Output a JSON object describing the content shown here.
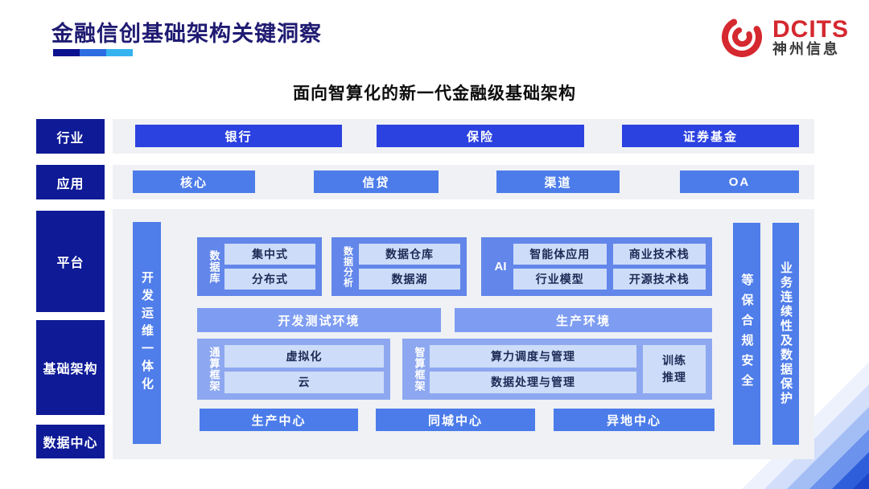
{
  "header": {
    "title": "金融信创基础架构关键洞察",
    "logo": {
      "brand": "DCITS",
      "company": "神州信息"
    }
  },
  "subtitle": "面向智算化的新一代金融级基础架构",
  "diagram": {
    "row_labels": {
      "industry": "行业",
      "application": "应用",
      "platform": "平台",
      "infrastructure": "基础架构",
      "datacenter": "数据中心"
    },
    "industry_items": [
      "银行",
      "保险",
      "证券基金"
    ],
    "application_items": [
      "核心",
      "信贷",
      "渠道",
      "OA"
    ],
    "devops_bar": "开发运维一体化",
    "database": {
      "label": "数据库",
      "items": [
        "集中式",
        "分布式"
      ]
    },
    "analytics": {
      "label": "数据分析",
      "items": [
        "数据仓库",
        "数据湖"
      ]
    },
    "ai": {
      "label": "AI",
      "items": [
        "智能体应用",
        "商业技术栈",
        "行业模型",
        "开源技术栈"
      ]
    },
    "environments": [
      "开发测试环境",
      "生产环境"
    ],
    "general_framework": {
      "label": "通算框架",
      "items": [
        "虚拟化",
        "云"
      ]
    },
    "intelligent_framework": {
      "label": "智算框架",
      "items": [
        "算力调度与管理",
        "数据处理与管理"
      ],
      "side_item": "训练推理"
    },
    "centers": [
      "生产中心",
      "同城中心",
      "异地中心"
    ],
    "right_bars": [
      "等保合规安全",
      "业务连续性及数据保护"
    ]
  },
  "colors": {
    "title_navy": "#1f1b72",
    "label_navy": "#0e1a96",
    "primary_blue": "#2b41e0",
    "mid_blue": "#4c7cea",
    "group_blue": "#6286ea",
    "env_blue": "#7e9df2",
    "framework_blue": "#8da8f0",
    "chip_light": "#cddcf8",
    "chip_text": "#1c2b55",
    "panel_gray": "#eff1f4",
    "logo_red": "#d5282f",
    "underline_segments": [
      "#0c1190",
      "#2e6ce2",
      "#35b4ef"
    ],
    "corner_stripes": [
      "#edf2fd",
      "#d2defa",
      "#a3bef4",
      "#6b93ed",
      "#2e5ed9",
      "#1c45c9"
    ]
  }
}
